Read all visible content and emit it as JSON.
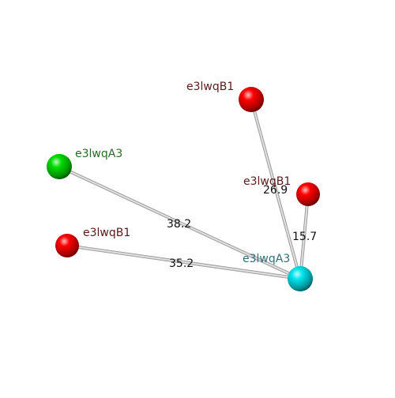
{
  "nodes": [
    {
      "id": "center",
      "label": "e3lwqA3",
      "color": "#00e5ee",
      "label_color": "#2f6f78"
    },
    {
      "id": "top",
      "label": "e3lwqB1",
      "color": "#ff0000",
      "label_color": "#5a1a1a"
    },
    {
      "id": "green",
      "label": "e3lwqA3",
      "color": "#00dd00",
      "label_color": "#2a6a2a"
    },
    {
      "id": "right",
      "label": "e3lwqB1",
      "color": "#ff0000",
      "label_color": "#5a1a1a"
    },
    {
      "id": "left",
      "label": "e3lwqB1",
      "color": "#ff0000",
      "label_color": "#5a1a1a"
    }
  ],
  "edges": [
    {
      "from": "center",
      "to": "top",
      "label": "26.9"
    },
    {
      "from": "center",
      "to": "green",
      "label": "38.2"
    },
    {
      "from": "center",
      "to": "right",
      "label": "15.7"
    },
    {
      "from": "center",
      "to": "left",
      "label": "35.2"
    }
  ],
  "colors": {
    "edge": "#c8c8c8",
    "edge_label": "#111111"
  }
}
